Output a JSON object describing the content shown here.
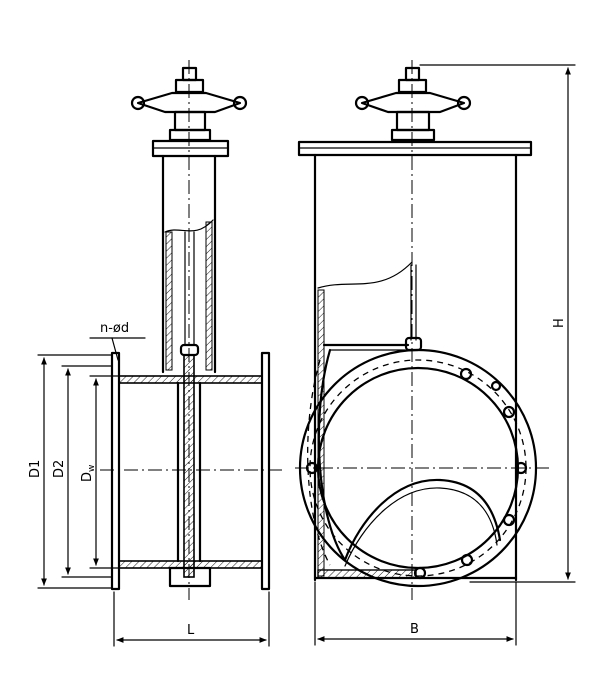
{
  "labels": {
    "bolt_holes": "n-ød",
    "d1": "D1",
    "d2": "D2",
    "dw_main": "D",
    "dw_sub": "w",
    "length": "L",
    "width": "B",
    "height": "H"
  }
}
